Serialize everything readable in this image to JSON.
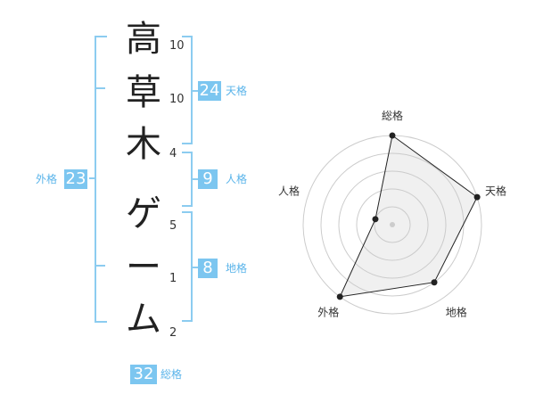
{
  "name": {
    "chars": [
      {
        "char": "高",
        "strokes": "10"
      },
      {
        "char": "草",
        "strokes": "10"
      },
      {
        "char": "木",
        "strokes": "4"
      },
      {
        "char": "ゲ",
        "strokes": "5"
      },
      {
        "char": "ー",
        "strokes": "1"
      },
      {
        "char": "ム",
        "strokes": "2"
      }
    ]
  },
  "kaku": {
    "tenkaku": {
      "label": "天格",
      "value": "24"
    },
    "jinkaku": {
      "label": "人格",
      "value": "9"
    },
    "chikaku": {
      "label": "地格",
      "value": "8"
    },
    "gaikaku": {
      "label": "外格",
      "value": "23"
    },
    "soukaku": {
      "label": "総格",
      "value": "32"
    }
  },
  "colors": {
    "accent": "#7cc6f0",
    "bracket": "#8cccf0",
    "label": "#5ab4ea"
  },
  "chart_data": {
    "type": "radar",
    "axes": [
      "総格",
      "天格",
      "地格",
      "外格",
      "人格"
    ],
    "values": [
      5,
      5,
      4,
      5,
      1
    ],
    "rmax": 5,
    "rings": 5,
    "grid": true
  }
}
